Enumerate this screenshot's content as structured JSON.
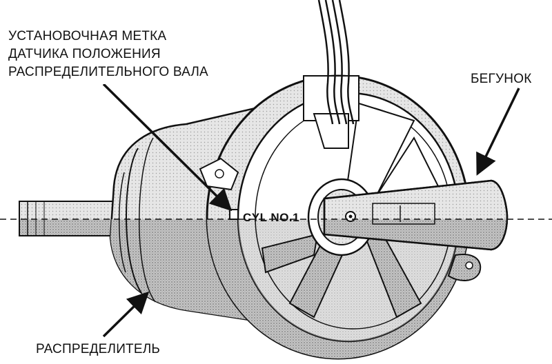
{
  "labels": {
    "cam_sensor_mark": [
      "УСТАНОВОЧНАЯ МЕТКА",
      "ДАТЧИКА ПОЛОЖЕНИЯ",
      "РАСПРЕДЕЛИТЕЛЬНОГО ВАЛА"
    ],
    "rotor": "БЕГУНОК",
    "distributor": "РАСПРЕДЕЛИТЕЛЬ",
    "cylinder_mark": "CYL NO.1"
  },
  "colors": {
    "ink": "#111111",
    "shade": "#b9b9b9",
    "paper": "#ffffff"
  }
}
